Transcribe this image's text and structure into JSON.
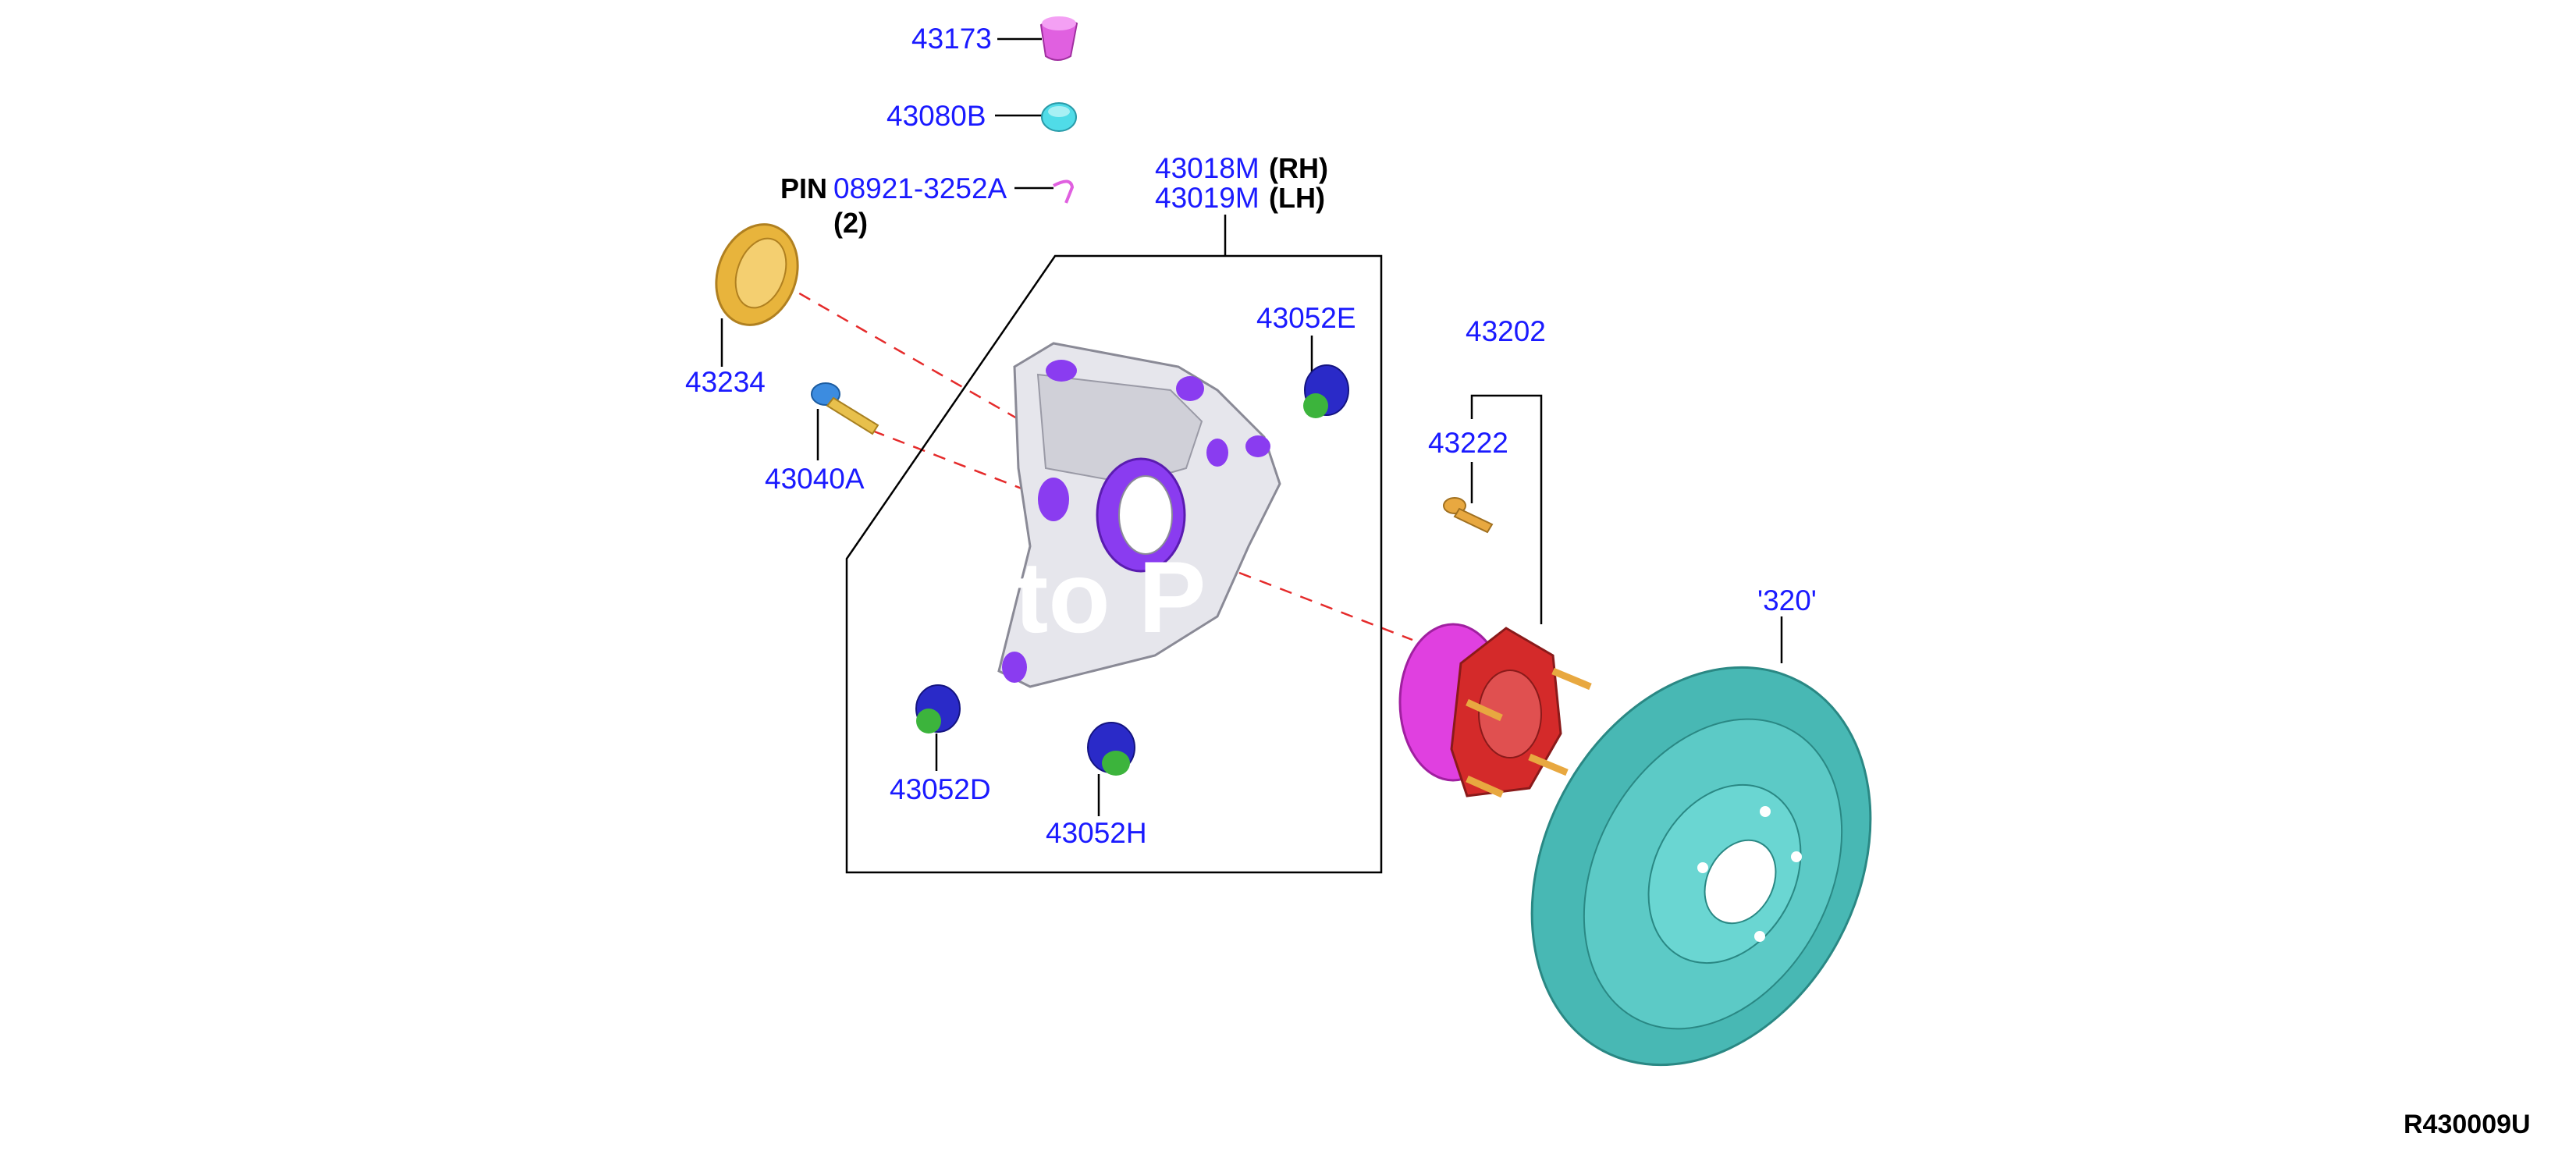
{
  "diagram": {
    "part_labels": {
      "p43173": "43173",
      "p43080b": "43080B",
      "pin_word": "PIN",
      "pin_number": "08921-3252A",
      "pin_qty": "(2)",
      "p43018m": "43018M",
      "rh": "(RH)",
      "p43019m": "43019M",
      "lh": "(LH)",
      "p43234": "43234",
      "p43040a": "43040A",
      "p43052e": "43052E",
      "p43202": "43202",
      "p43222": "43222",
      "p43206_partial": "'320'",
      "p43052d": "43052D",
      "p43052h": "43052H"
    },
    "watermark": "to P",
    "figure_code": "R430009U"
  },
  "colors": {
    "label_blue": "#1a1aff",
    "leader_dash_red": "#e52b2b",
    "knuckle_purple": "#8a3cf0",
    "bushing_blue": "#2a2ac8",
    "bushing_green": "#3cb43c",
    "hub_magenta": "#e040e0",
    "hub_red": "#d42a2a",
    "disc_teal": "#48b8b4",
    "stud_gold": "#e8a840",
    "cap_gold": "#e8b43c",
    "cap_magenta": "#e060e0",
    "cap_cyan": "#50dce8",
    "bolt_blue": "#3c8ce0"
  },
  "icons": [
    "cap-magenta-icon",
    "cap-cyan-icon",
    "pin-icon",
    "seal-ring-icon",
    "bolt-icon",
    "knuckle-icon",
    "bushing-icon",
    "stud-icon",
    "hub-bearing-icon",
    "brake-disc-icon"
  ]
}
